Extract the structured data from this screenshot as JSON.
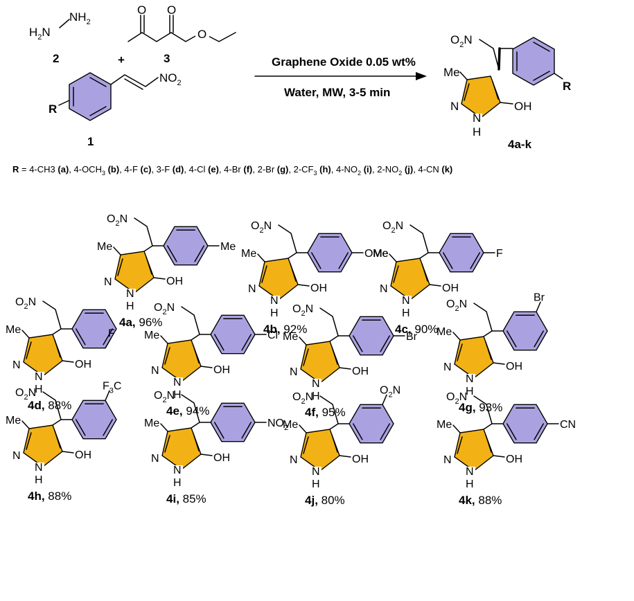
{
  "reaction": {
    "hydrazine": {
      "left": "H",
      "sub": "2",
      "mid": "N",
      "right": "NH",
      "sub2": "2",
      "number": "2"
    },
    "plus": "+",
    "ketoester": {
      "o1": "O",
      "o2": "O",
      "o3": "O",
      "number": "3"
    },
    "nitroalkene": {
      "r": "R",
      "group": "NO",
      "sub": "2",
      "number": "1"
    },
    "condition_top": "Graphene Oxide 0.05 wt%",
    "condition_bottom": "Water, MW, 3-5 min",
    "product": {
      "no2": "O",
      "no2_sub": "2",
      "no2_n": "N",
      "me": "Me",
      "n1": "N",
      "n2": "N",
      "h": "H",
      "oh": "OH",
      "r": "R",
      "number": "4a-k"
    }
  },
  "r_definition": {
    "segments": [
      {
        "t": "R",
        "b": true
      },
      {
        "t": " = 4-CH3 "
      },
      {
        "t": "(a)",
        "b": true
      },
      {
        "t": ", 4-OCH"
      },
      {
        "t": "3",
        "sub": true
      },
      {
        "t": " "
      },
      {
        "t": "(b)",
        "b": true
      },
      {
        "t": ", 4-F "
      },
      {
        "t": "(c)",
        "b": true
      },
      {
        "t": ", 3-F "
      },
      {
        "t": "(d)",
        "b": true
      },
      {
        "t": ", 4-Cl "
      },
      {
        "t": "(e)",
        "b": true
      },
      {
        "t": ", 4-Br "
      },
      {
        "t": "(f)",
        "b": true
      },
      {
        "t": ", 2-Br "
      },
      {
        "t": "(g)",
        "b": true
      },
      {
        "t": ", 2-CF"
      },
      {
        "t": "3",
        "sub": true
      },
      {
        "t": " "
      },
      {
        "t": "(h)",
        "b": true
      },
      {
        "t": ", 4-NO"
      },
      {
        "t": "2",
        "sub": true
      },
      {
        "t": " "
      },
      {
        "t": "(i)",
        "b": true
      },
      {
        "t": ", 2-NO"
      },
      {
        "t": "2",
        "sub": true
      },
      {
        "t": " "
      },
      {
        "t": "(j)",
        "b": true
      },
      {
        "t": ", 4-CN "
      },
      {
        "t": "(k)",
        "b": true
      }
    ]
  },
  "compounds": [
    {
      "id": "4a",
      "yield": " 96%",
      "sub": {
        "pos": "para",
        "label": "Me"
      }
    },
    {
      "id": "4b",
      "yield": " 92%",
      "sub": {
        "pos": "para",
        "label": "OMe"
      }
    },
    {
      "id": "4c",
      "yield": " 90%",
      "sub": {
        "pos": "para",
        "label": "F"
      }
    },
    {
      "id": "4d",
      "yield": " 88%",
      "sub": {
        "pos": "meta",
        "label": "F"
      }
    },
    {
      "id": "4e",
      "yield": " 94%",
      "sub": {
        "pos": "para",
        "label": "Cl"
      }
    },
    {
      "id": "4f",
      "yield": " 95%",
      "sub": {
        "pos": "para",
        "label": "Br"
      }
    },
    {
      "id": "4g",
      "yield": " 93%",
      "sub": {
        "pos": "ortho",
        "label": "Br"
      }
    },
    {
      "id": "4h",
      "yield": " 88%",
      "sub": {
        "pos": "ortho",
        "label": "F",
        "label_sub": "3",
        "label_tail": "C"
      }
    },
    {
      "id": "4i",
      "yield": " 85%",
      "sub": {
        "pos": "para",
        "label": "NO",
        "label_sub": "2"
      }
    },
    {
      "id": "4j",
      "yield": " 80%",
      "sub": {
        "pos": "ortho",
        "label": "O",
        "label_sub": "2",
        "label_tail": "N"
      }
    },
    {
      "id": "4k",
      "yield": " 88%",
      "sub": {
        "pos": "para",
        "label": "CN"
      }
    }
  ],
  "common": {
    "o": "O",
    "o_sub": "2",
    "n": "N",
    "me": "Me",
    "n1": "N",
    "n2": "N",
    "h": "H",
    "oh": "OH",
    "comma": ","
  },
  "colors": {
    "pyrazole": "#f2b215",
    "arene": "#aaa2e0"
  }
}
